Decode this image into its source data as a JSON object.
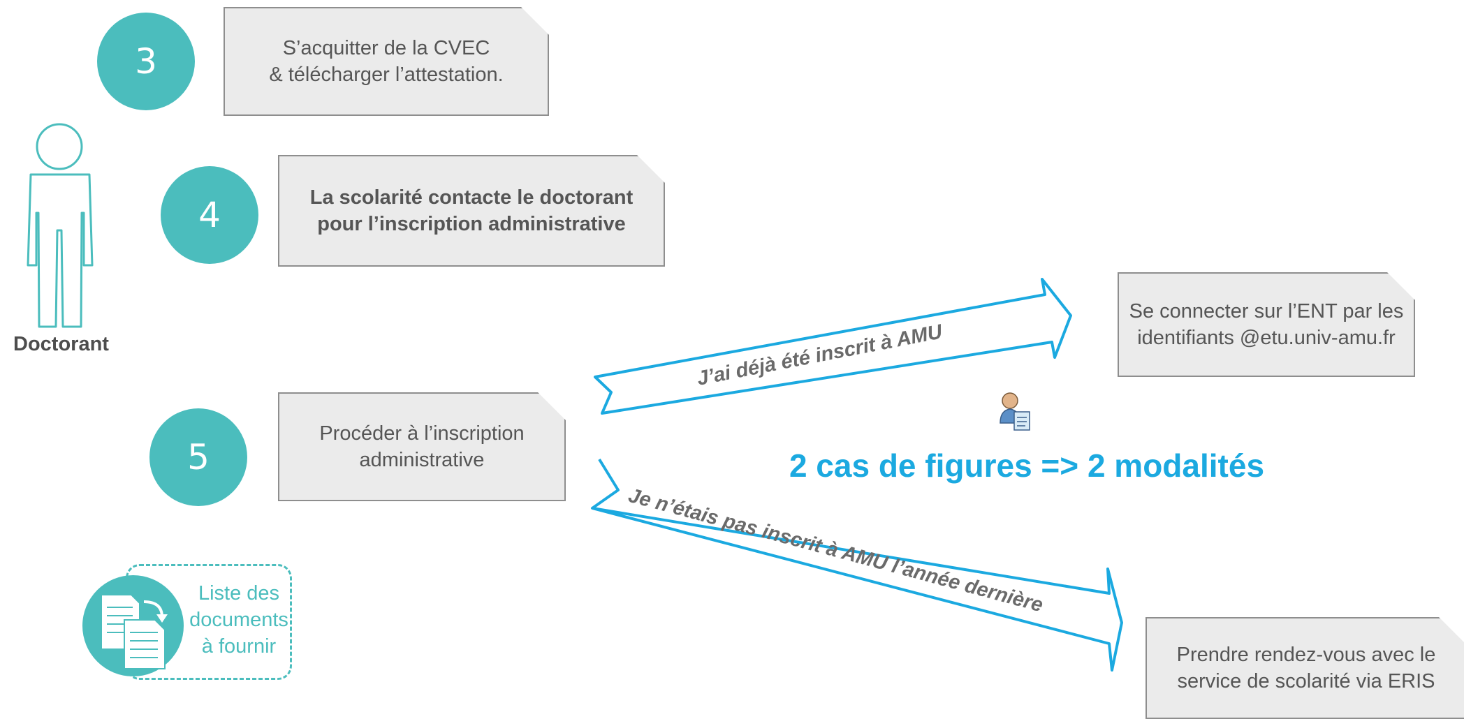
{
  "steps": [
    {
      "number": "3",
      "line1": "S’acquitter de la CVEC",
      "line2": "& télécharger l’attestation."
    },
    {
      "number": "4",
      "line1": "La scolarité contacte le doctorant",
      "line2": "pour l’inscription administrative"
    },
    {
      "number": "5",
      "line1": "Procéder à l’inscription",
      "line2": "administrative"
    }
  ],
  "actor": {
    "label": "Doctorant"
  },
  "documents": {
    "line1": "Liste des",
    "line2": "documents",
    "line3": "à fournir"
  },
  "arrows": {
    "upper": "J’ai déjà été inscrit à AMU",
    "lower": "Je n’étais pas inscrit à AMU l’année dernière"
  },
  "headline": "2 cas de figures => 2 modalités",
  "outcomes": {
    "upper": {
      "line1": "Se connecter sur l’ENT par les",
      "line2": "identifiants @etu.univ-amu.fr"
    },
    "lower": {
      "line1": "Prendre rendez-vous avec le",
      "line2": "service de scolarité via ERIS"
    }
  },
  "colors": {
    "teal": "#4bbdbd",
    "blue": "#1ba9e0",
    "note_fill": "#ebebeb",
    "note_border": "#8e8e8e"
  },
  "icons": [
    "person-outline-icon",
    "documents-icon",
    "user-document-icon",
    "arrow-right-icon"
  ]
}
